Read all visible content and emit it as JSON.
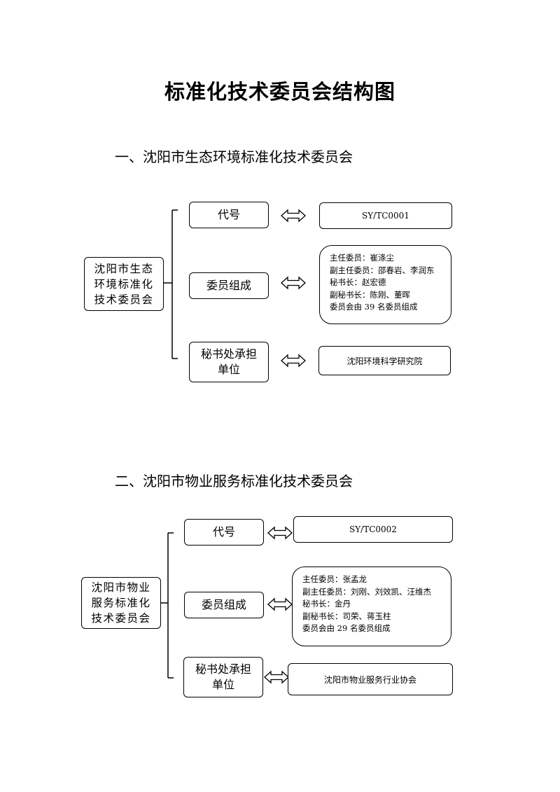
{
  "page_title": "标准化技术委员会结构图",
  "sections": [
    {
      "heading": "一、沈阳市生态环境标准化技术委员会",
      "root_lines": [
        "沈阳市生态",
        "环境标准化",
        "技术委员会"
      ],
      "code_label": "代号",
      "code_value": "SY/TC0001",
      "members_label": "委员组成",
      "members_lines": [
        "主任委员：崔涤尘",
        "副主任委员：邵春岩、李润东",
        "秘书长：赵宏德",
        "副秘书长：陈刚、董晖",
        "委员会由 39 名委员组成"
      ],
      "secretariat_label_lines": [
        "秘书处承担",
        "单位"
      ],
      "secretariat_value": "沈阳环境科学研究院"
    },
    {
      "heading": "二、沈阳市物业服务标准化技术委员会",
      "root_lines": [
        "沈阳市物业",
        "服务标准化",
        "技术委员会"
      ],
      "code_label": "代号",
      "code_value": "SY/TC0002",
      "members_label": "委员组成",
      "members_lines": [
        "主任委员：张孟龙",
        "副主任委员：刘刚、刘效凯、汪维杰",
        "秘书长：金丹",
        "副秘书长：司荣、蒋玉柱",
        "委员会由 29 名委员组成"
      ],
      "secretariat_label_lines": [
        "秘书处承担",
        "单位"
      ],
      "secretariat_value": "沈阳市物业服务行业协会"
    }
  ]
}
